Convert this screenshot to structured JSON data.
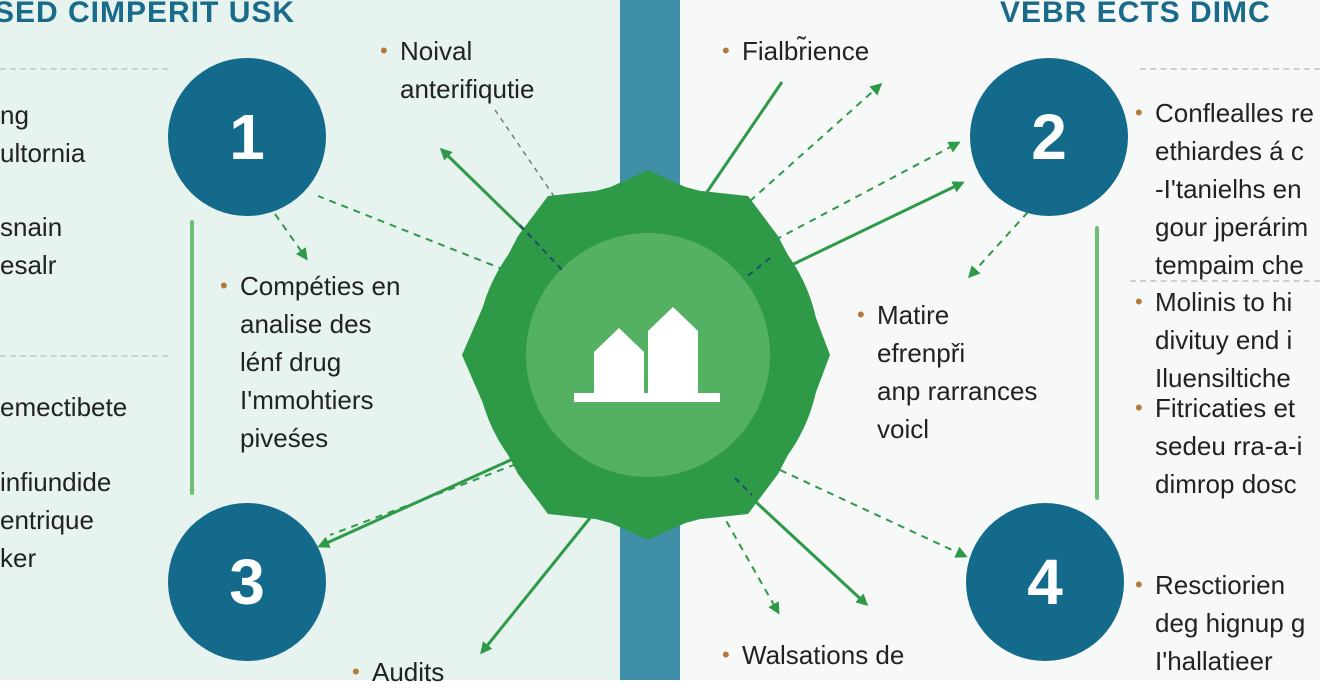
{
  "titles": {
    "left": "SED CIMPERIT USK",
    "right": "VEBR ECTS DIMC"
  },
  "steps": [
    "1",
    "2",
    "3",
    "4"
  ],
  "left_text": {
    "a": "ng\nultornia",
    "b": "snain\nesalr",
    "c": "emectibete",
    "d": "infiundide\nentrique\nker"
  },
  "bullets": {
    "noival": "Noival\nanterifiqutie",
    "fialb": "Fialbr̃ience",
    "competies": "Compéties en\nanalise des\nlénf drug\nI'mmohtiers\npiveśes",
    "matire": "Matire\nefrenpři\nanp rarrances\nvoicl",
    "audits": "Audits",
    "walsations": "Walsations de",
    "conf": "Conflealles re\nethiardes á c\n-I'tanielhs en\ngour jperárim\ntempaim che",
    "molinis": "Molinis to hi\ndivituy end i\nIluensiltiche",
    "fitr": "Fitricaties et\nsedeu rra-a-i\ndimrop dosc",
    "resc": "Resctiorien\ndeg hignup g\nI'hallatieer"
  },
  "icons": [
    "gear-hub-icon",
    "buildings-icon"
  ],
  "colors": {
    "accent_green": "#2e9a48",
    "circle_blue": "#136a8a",
    "bar_blue": "#3f8fa8"
  }
}
